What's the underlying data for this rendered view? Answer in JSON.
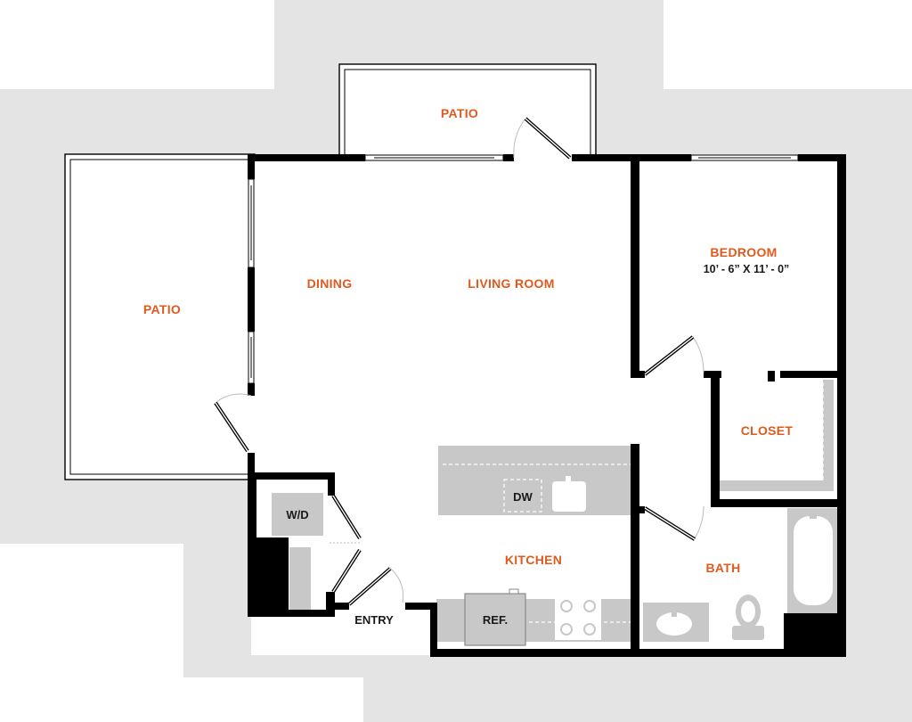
{
  "colors": {
    "background_grey": "#e4e4e4",
    "wall": "#000000",
    "room_label": "#e05a1e",
    "fixture_label": "#1a1a1a",
    "counter": "#c8c8c8",
    "floor": "#ffffff"
  },
  "rooms": {
    "patio_top": "PATIO",
    "patio_left": "PATIO",
    "dining": "DINING",
    "living_room": "LIVING ROOM",
    "bedroom": "BEDROOM",
    "bedroom_dimensions": "10’ - 6” X 11’ - 0”",
    "closet": "CLOSET",
    "kitchen": "KITCHEN",
    "bath": "BATH"
  },
  "fixtures": {
    "washer_dryer": "W/D",
    "dishwasher": "DW",
    "refrigerator": "REF.",
    "entry": "ENTRY"
  },
  "icons": [
    "sink-icon",
    "range-icon",
    "bathtub-icon",
    "toilet-icon",
    "vanity-sink-icon",
    "door-swing-icon",
    "window-icon"
  ]
}
